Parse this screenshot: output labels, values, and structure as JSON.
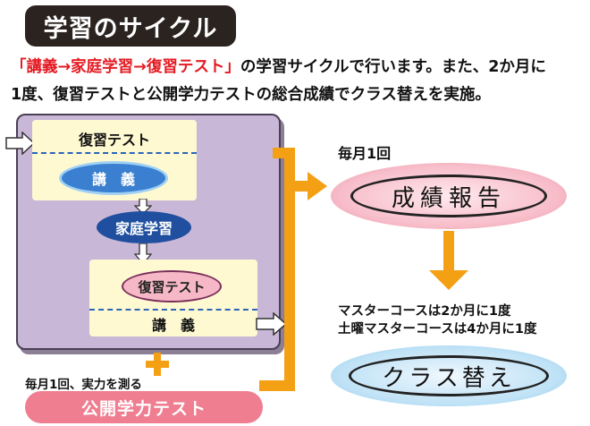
{
  "title": "学習のサイクル",
  "intro": {
    "highlight": "「講義→家庭学習→復習テスト」",
    "rest_line1": "の学習サイクルで行います。また、2か月に",
    "line2": "1度、復習テストと公開学力テストの総合成績でクラス替えを実施。"
  },
  "cycle": {
    "top_test": "復習テスト",
    "lecture1": "講　義",
    "home_study": "家庭学習",
    "review_test": "復習テスト",
    "lecture2": "講　義"
  },
  "monthly_note": "毎月1回、実力を測る",
  "public_test": "公開学力テスト",
  "report": {
    "frequency": "毎月1回",
    "label": "成績報告"
  },
  "course_notes": [
    "マスターコースは2か月に1度",
    "土曜マスターコースは4か月に1度"
  ],
  "class_change": "クラス替え",
  "colors": {
    "highlight_red": "#e41b23",
    "orange": "#f4a014",
    "panel_purple": "#c9b7d8",
    "lecture_blue": "#3a7fd0",
    "home_study_navy": "#1f4f9e",
    "pink": "#f6b8c6",
    "light_blue": "#b6dcf3"
  }
}
